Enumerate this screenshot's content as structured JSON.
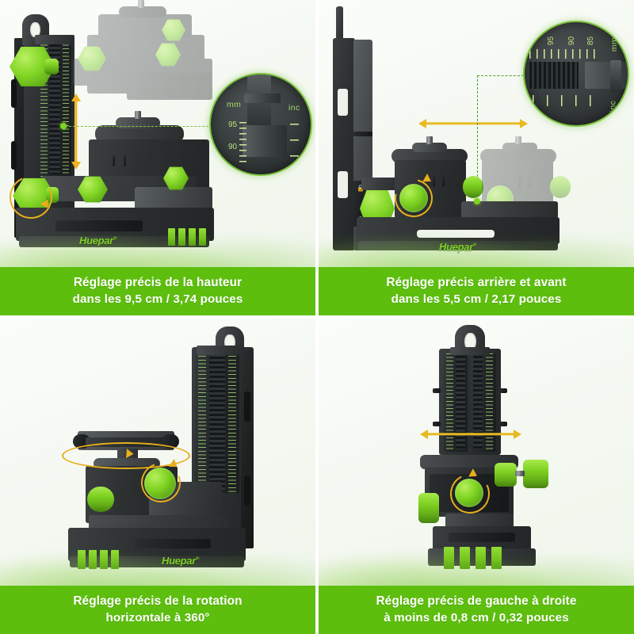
{
  "meta": {
    "brand": "Huepar",
    "brand_mark": "®",
    "accent_green": "#5dbe0e",
    "device_green": "#7ed321",
    "arrow_yellow": "#e8ae1c",
    "lock_red": "#e0481f",
    "background": "#f4f8f1"
  },
  "panels": [
    {
      "id": "height-adjustment",
      "caption_line1": "Réglage précis de la hauteur",
      "caption_line2": "dans les 9,5 cm / 3,74 pouces",
      "view": "front-left three-quarter, L-bracket with vertical rail",
      "annotations": {
        "arrow": "vertical-double-arrow",
        "rotation_marker": "lower-left-knob-rotation",
        "indicator": "green-dashed-leader-to-magnifier"
      },
      "magnifier": {
        "unit_left": "mm",
        "unit_right": "inc",
        "numbers": [
          "95",
          "90"
        ],
        "orientation": "vertical"
      }
    },
    {
      "id": "back-forward-adjustment",
      "caption_line1": "Réglage précis arrière et avant",
      "caption_line2": "dans les 5,5 cm / 2,17 pouces",
      "view": "side profile, tall vertical rail with sliding mounts",
      "annotations": {
        "arrow": "horizontal-double-arrow",
        "rotation_marker": "front-knob-rotation",
        "indicator": "green-dashed-leader-to-magnifier",
        "locks": [
          "lock-icon",
          "lock-icon"
        ]
      },
      "magnifier": {
        "unit_left": "mm",
        "unit_right": "inc",
        "numbers": [
          "95",
          "90",
          "85"
        ],
        "orientation": "horizontal"
      }
    },
    {
      "id": "horizontal-rotation",
      "caption_line1": "Réglage précis de la rotation",
      "caption_line2": "horizontale à 360°",
      "view": "three-quarter view with rotating top plate",
      "annotations": {
        "arrow": "rotation-ellipse-360",
        "rotation_marker": "side-knob-rotation"
      },
      "magnifier": null
    },
    {
      "id": "left-right-adjustment",
      "caption_line1": "Réglage précis de gauche à droite",
      "caption_line2": "à moins de 0,8 cm / 0,32 pouces",
      "view": "front elevation with dual vertical scales",
      "annotations": {
        "arrow": "horizontal-double-arrow",
        "rotation_marker": "center-knob-rotation"
      },
      "magnifier": null
    }
  ]
}
